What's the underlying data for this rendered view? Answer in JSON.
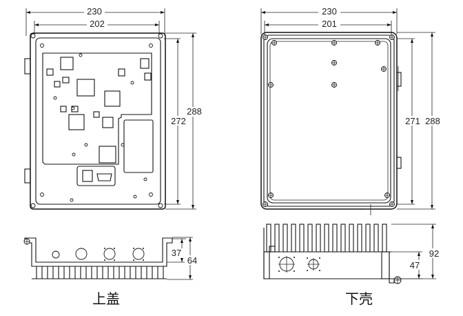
{
  "dimensions": {
    "lid_width": "230",
    "lid_inner_width": "202",
    "lid_height": "288",
    "lid_inner_height": "272",
    "lid_side_low": "37",
    "lid_side_total": "64",
    "base_width": "230",
    "base_inner_width": "201",
    "base_inner_height": "271",
    "base_height": "288",
    "base_side_total": "92",
    "base_side_low": "47"
  },
  "captions": {
    "lid": "上盖",
    "base": "下壳"
  }
}
